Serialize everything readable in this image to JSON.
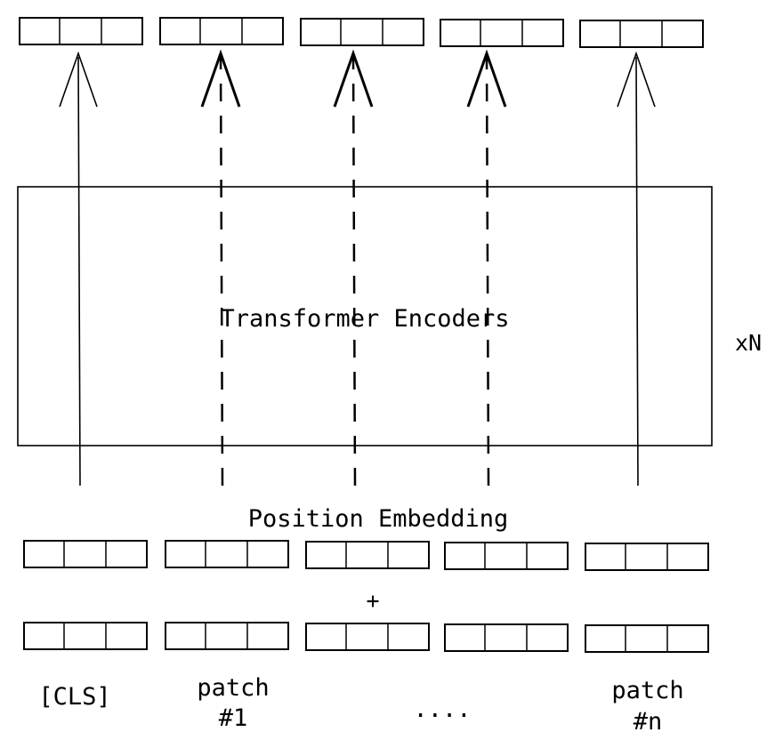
{
  "encoder": {
    "label": "Transformer Encoders",
    "repeat": "xN"
  },
  "position_embedding": {
    "label": "Position Embedding",
    "operator": "+"
  },
  "tokens": [
    {
      "label_line1": "[CLS]",
      "label_line2": "",
      "arrow": "solid"
    },
    {
      "label_line1": "patch",
      "label_line2": "#1",
      "arrow": "dashed"
    },
    {
      "label_line1": "",
      "label_line2": "",
      "arrow": "dashed"
    },
    {
      "label_line1": "",
      "label_line2": "",
      "arrow": "dashed"
    },
    {
      "label_line1": "patch",
      "label_line2": "#n",
      "arrow": "solid"
    }
  ],
  "ellipsis": "...."
}
